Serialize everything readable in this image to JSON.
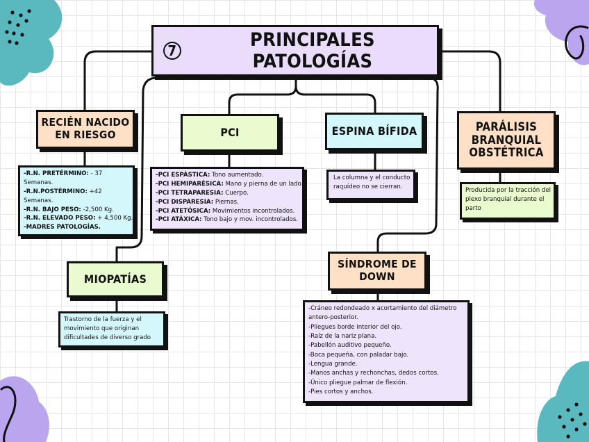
{
  "title": {
    "number": "7",
    "text": "PRINCIPALES PATOLOGÍAS"
  },
  "colors": {
    "title_bg": "#e9ddfb",
    "peach": "#fde0c6",
    "green": "#eafbd0",
    "cyan": "#d4f7fb",
    "lilac": "#eee4fc",
    "teal_blob": "#5ab9bf",
    "purple_blob": "#b9a6ee",
    "line": "#111111"
  },
  "nodes": {
    "recien_nacido": {
      "title_lines": [
        "RECIÉN NACIDO",
        "EN RIESGO"
      ],
      "details": [
        {
          "bold": "-R.N. PRETÉRMINO:",
          "text": " - 37"
        },
        {
          "bold": "",
          "text": "Semanas."
        },
        {
          "bold": "-R.N.POSTÉRMINO:",
          "text": " +42"
        },
        {
          "bold": "",
          "text": "Semanas."
        },
        {
          "bold": "-R.N. BAJO PESO:",
          "text": " -2,500 Kg."
        },
        {
          "bold": "-R.N. ELEVADO PESO:",
          "text": " + 4,500 Kg."
        },
        {
          "bold": "-MADRES PATOLOGÍAS.",
          "text": ""
        }
      ]
    },
    "pci": {
      "title_lines": [
        "PCI"
      ],
      "details": [
        {
          "bold": "-PCI ESPÁSTICA:",
          "text": " Tono aumentado."
        },
        {
          "bold": "-PCI HEMIPARÉSICA:",
          "text": " Mano y pierna de un lado."
        },
        {
          "bold": "-PCI TETRAPARESIA:",
          "text": " Cuerpo."
        },
        {
          "bold": "-PCI DISPARESIA:",
          "text": " Piernas."
        },
        {
          "bold": "-PCI ATETÓSICA:",
          "text": " Movimientos incontrolados."
        },
        {
          "bold": "-PCI ATÁXICA:",
          "text": " Tono bajo y mov. incontrolados."
        }
      ]
    },
    "espina_bifida": {
      "title_lines": [
        "ESPINA BÍFIDA"
      ],
      "details": [
        {
          "bold": "",
          "text": "La columna y el conducto"
        },
        {
          "bold": "",
          "text": "raquídeo no se cierran."
        }
      ]
    },
    "paralisis": {
      "title_lines": [
        "PARÁLISIS",
        "BRANQUIAL",
        "OBSTÉTRICA"
      ],
      "details": [
        {
          "bold": "",
          "text": "Producida por la tracción del"
        },
        {
          "bold": "",
          "text": "plexo branquial durante el"
        },
        {
          "bold": "",
          "text": "parto"
        }
      ]
    },
    "miopatias": {
      "title_lines": [
        "MIOPATÍAS"
      ],
      "details": [
        {
          "bold": "",
          "text": "Trastorno de la fuerza y el"
        },
        {
          "bold": "",
          "text": "movimiento que originan"
        },
        {
          "bold": "",
          "text": "dificultades de diverso grado"
        }
      ]
    },
    "down": {
      "title_lines": [
        "SÍNDROME DE",
        "DOWN"
      ],
      "details": [
        {
          "bold": "",
          "text": "-Cráneo redondeado x  acortamiento del diámetro"
        },
        {
          "bold": "",
          "text": "antero-posterior."
        },
        {
          "bold": "",
          "text": "-Pliegues borde interior del ojo."
        },
        {
          "bold": "",
          "text": "-Raíz de la nariz plana."
        },
        {
          "bold": "",
          "text": "-Pabellón auditivo pequeño."
        },
        {
          "bold": "",
          "text": "-Boca pequeña, con paladar bajo."
        },
        {
          "bold": "",
          "text": "-Lengua grande."
        },
        {
          "bold": "",
          "text": "-Manos anchas y rechonchas, dedos cortos."
        },
        {
          "bold": "",
          "text": "-Único pliegue palmar de flexión."
        },
        {
          "bold": "",
          "text": "-Pies cortos y anchos."
        }
      ]
    }
  }
}
